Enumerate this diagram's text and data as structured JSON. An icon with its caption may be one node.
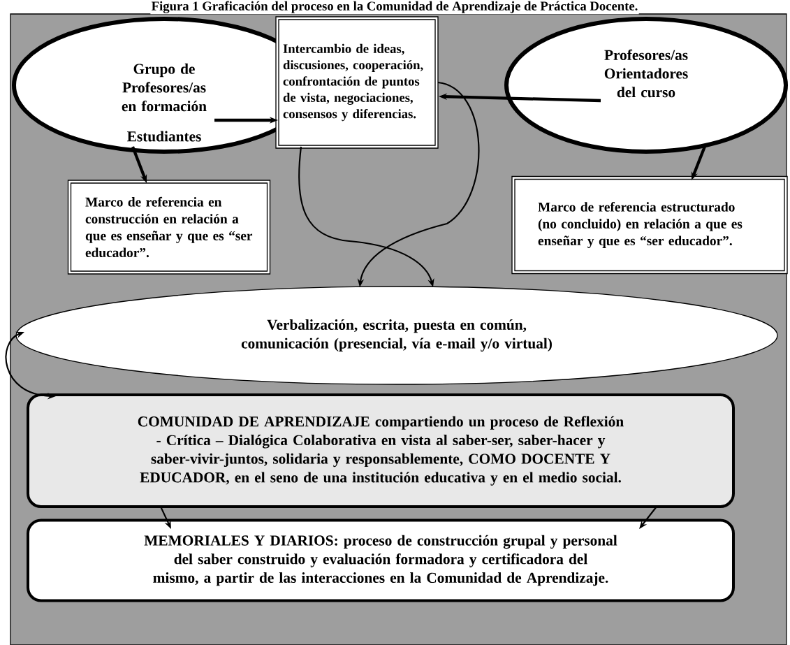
{
  "diagram": {
    "title": "Figura 1 Graficación del proceso en la Comunidad de Aprendizaje de Práctica Docente.",
    "nodes": [
      {
        "text": [
          "Grupo de Profesores/as en formación",
          "Estudiantes"
        ]
      },
      {
        "text": [
          "Intercambio de ideas, discusiones, cooperación, confrontación de puntos de vista, negociaciones, consensos y diferencias."
        ]
      },
      {
        "text": [
          "Profesores/as Orientadores del curso"
        ]
      },
      {
        "text": [
          "Marco de referencia en construcción en relación a que es enseñar y que es “ser educador”."
        ]
      },
      {
        "text": [
          "Marco de referencia estructurado (no concluido) en relación a que es enseñar y que es “ser educador”."
        ]
      },
      {
        "text": [
          "Verbalización, escrita, puesta en común, comunicación (presencial, vía e-mail y/o virtual)"
        ]
      },
      {
        "text": [
          "COMUNIDAD DE APRENDIZAJE compartiendo un proceso de Reflexión - Crítica – Dialógica Colaborativa en vista al saber-ser, saber-hacer y saber-vivir-juntos, solidaria y responsablemente, COMO DOCENTE Y EDUCADOR, en el seno de una institución educativa y en el medio social."
        ]
      },
      {
        "text": [
          "MEMORIALES Y DIARIOS: proceso de construcción grupal y personal del saber construido y evaluación formadora y certificadora del mismo, a partir de las interacciones en la Comunidad de Aprendizaje."
        ]
      }
    ],
    "edges": [
      {
        "from": 0,
        "to": 1,
        "arrow": "to",
        "style": "thick"
      },
      {
        "from": 2,
        "to": 1,
        "arrow": "to",
        "style": "thick"
      },
      {
        "from": 0,
        "to": 3,
        "arrow": "to",
        "style": "thick"
      },
      {
        "from": 2,
        "to": 4,
        "arrow": "to",
        "style": "thick"
      },
      {
        "from": 1,
        "to": 5,
        "arrow": "to"
      },
      {
        "from": 1,
        "to": 5,
        "arrow": "to"
      },
      {
        "from": 5,
        "to": 6,
        "arrow": "both"
      },
      {
        "from": 6,
        "to": 7,
        "arrow": "to"
      },
      {
        "from": 6,
        "to": 7,
        "arrow": "to"
      }
    ]
  }
}
